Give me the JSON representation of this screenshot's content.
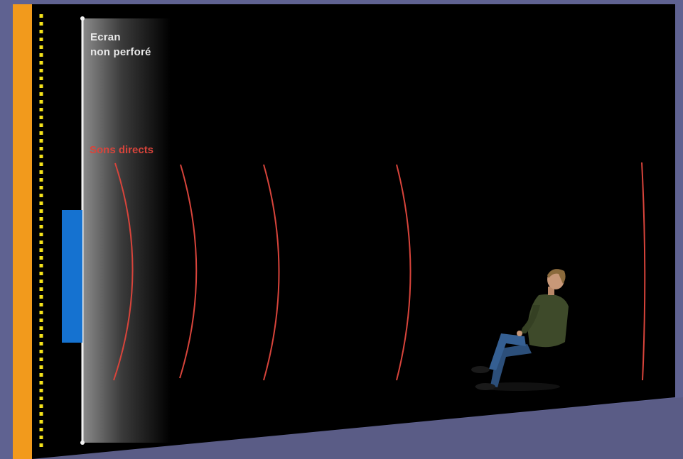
{
  "screen_label": {
    "line1": "Ecran",
    "line2": "non perforé"
  },
  "direct_sound_label": "Sons directs",
  "colors": {
    "background": "#5f6291",
    "room": "#000000",
    "back_wall": "#f29a1c",
    "dots": "#f4e21a",
    "speaker": "#1572d0",
    "sound_waves": "#d8443b",
    "screen_line": "#f2f2f2"
  },
  "icons": [
    "speaker-icon",
    "seated-person-icon",
    "sound-wave-icon"
  ]
}
